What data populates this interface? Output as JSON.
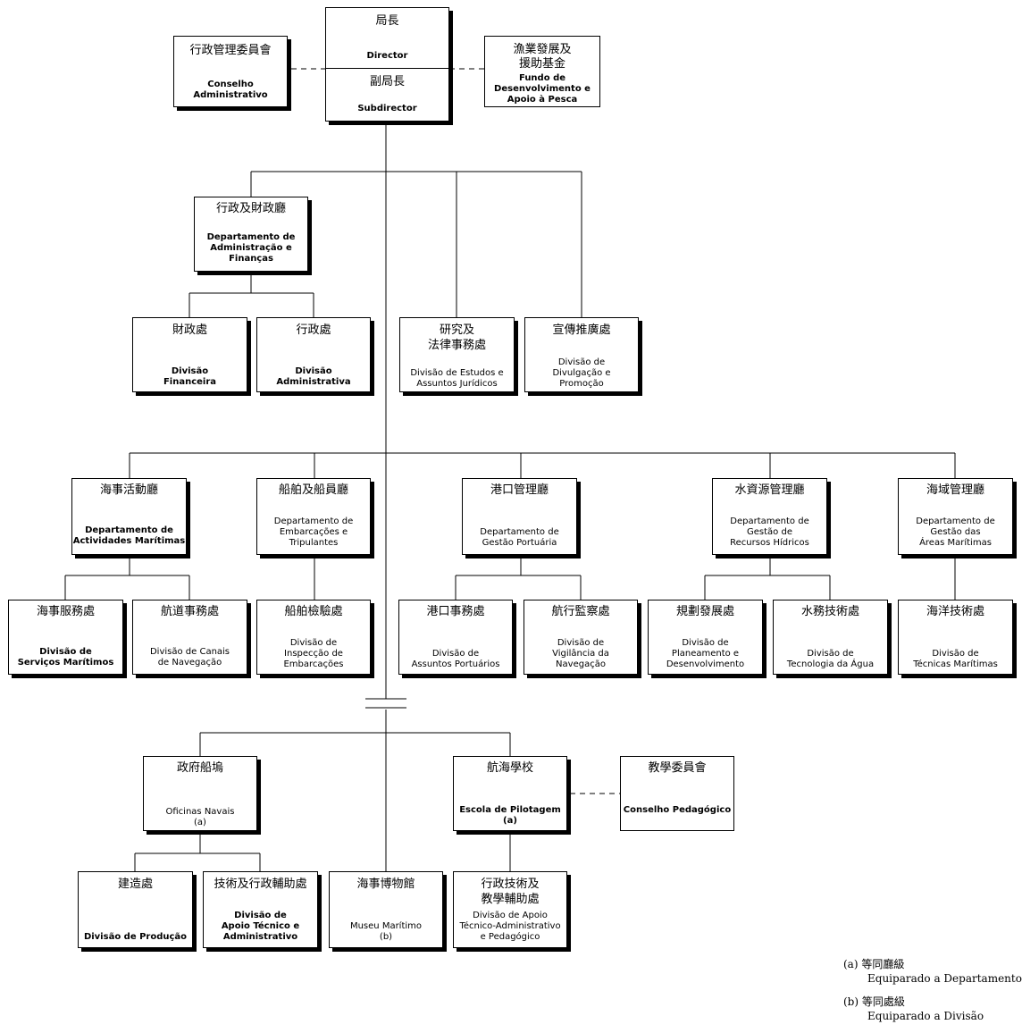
{
  "director": {
    "zh": "局長",
    "pt": "Director"
  },
  "subdirector": {
    "zh": "副局長",
    "pt": "Subdirector"
  },
  "conselho_administrativo": {
    "zh": "行政管理委員會",
    "pt": "Conselho\nAdministrativo"
  },
  "fundo": {
    "zh": "漁業發展及\n援助基金",
    "pt": "Fundo de\nDesenvolvimento e\nApoio à Pesca"
  },
  "dep_admin_financas": {
    "zh": "行政及財政廳",
    "pt": "Departamento de\nAdministração e\nFinanças"
  },
  "div_financeira": {
    "zh": "財政處",
    "pt": "Divisão\nFinanceira"
  },
  "div_administrativa": {
    "zh": "行政處",
    "pt": "Divisão\nAdministrativa"
  },
  "div_estudos": {
    "zh": "研究及\n法律事務處",
    "pt": "Divisão de Estudos e\nAssuntos Jurídicos"
  },
  "div_divulgacao": {
    "zh": "宣傳推廣處",
    "pt": "Divisão de\nDivulgação e\nPromoção"
  },
  "dep_actividades": {
    "zh": "海事活動廳",
    "pt": "Departamento de\nActividades Marítimas"
  },
  "dep_embarcacoes": {
    "zh": "船舶及船員廳",
    "pt": "Departamento de\nEmbarcações e\nTripulantes"
  },
  "dep_portuaria": {
    "zh": "港口管理廳",
    "pt": "Departamento de\nGestão Portuária"
  },
  "dep_hidricos": {
    "zh": "水資源管理廳",
    "pt": "Departamento de\nGestão de\nRecursos Hídricos"
  },
  "dep_areas": {
    "zh": "海域管理廳",
    "pt": "Departamento de\nGestão das\nÁreas Marítimas"
  },
  "div_servicos": {
    "zh": "海事服務處",
    "pt": "Divisão de\nServiços Marítimos"
  },
  "div_canais": {
    "zh": "航道事務處",
    "pt": "Divisão de Canais\nde Navegação"
  },
  "div_inspeccao": {
    "zh": "船舶檢驗處",
    "pt": "Divisão de\nInspecção de\nEmbarcações"
  },
  "div_assuntos_portuarios": {
    "zh": "港口事務處",
    "pt": "Divisão de\nAssuntos Portuários"
  },
  "div_vigilancia": {
    "zh": "航行監察處",
    "pt": "Divisão de\nVigilância da\nNavegação"
  },
  "div_planeamento": {
    "zh": "規劃發展處",
    "pt": "Divisão de\nPlaneamento e\nDesenvolvimento"
  },
  "div_tecnologia": {
    "zh": "水務技術處",
    "pt": "Divisão de\nTecnologia da Água"
  },
  "div_tecnicas": {
    "zh": "海洋技術處",
    "pt": "Divisão de\nTécnicas Marítimas"
  },
  "oficinas": {
    "zh": "政府船塢",
    "pt": "Oficinas Navais\n(a)"
  },
  "escola": {
    "zh": "航海學校",
    "pt": "Escola de Pilotagem\n(a)"
  },
  "conselho_pedagogico": {
    "zh": "教學委員會",
    "pt": "Conselho Pedagógico"
  },
  "div_producao": {
    "zh": "建造處",
    "pt": "Divisão de Produção"
  },
  "div_apoio_tecnico": {
    "zh": "技術及行政輔助處",
    "pt": "Divisão de\nApoio Técnico e\nAdministrativo"
  },
  "museu": {
    "zh": "海事博物館",
    "pt": "Museu Marítimo\n(b)"
  },
  "div_apoio_pedagogico": {
    "zh": "行政技術及\n教學輔助處",
    "pt": "Divisão de Apoio\nTécnico-Administrativo\ne Pedagógico"
  },
  "notes": [
    {
      "zh": "(a) 等同廳級",
      "pt": "Equiparado a Departamento"
    },
    {
      "zh": "(b) 等同處級",
      "pt": "Equiparado a Divisão"
    }
  ]
}
